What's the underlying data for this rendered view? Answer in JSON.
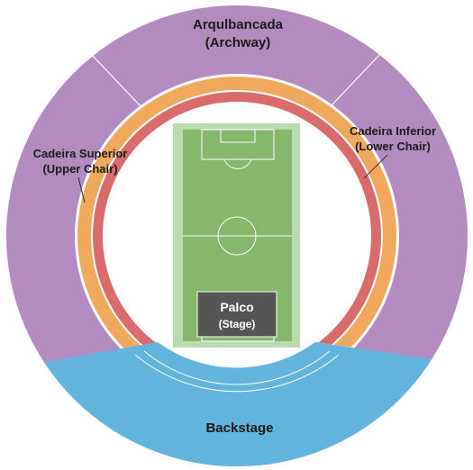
{
  "sections": {
    "arquibancada": {
      "line1": "Arqulbancada",
      "line2": "(Archway)",
      "color": "#b48bc0"
    },
    "cadeira_superior": {
      "line1": "Cadeira Superior",
      "line2": "(Upper Chair)",
      "color": "#f0a85c"
    },
    "cadeira_inferior": {
      "line1": "Cadeira Inferior",
      "line2": "(Lower Chair)",
      "color": "#d96b6b"
    },
    "backstage": {
      "label": "Backstage",
      "color": "#62b4dd"
    },
    "palco": {
      "line1": "Palco",
      "line2": "(Stage)",
      "color": "#555555"
    }
  },
  "field": {
    "pitch_color": "#84b86b",
    "border_color": "#b8dcb0"
  }
}
